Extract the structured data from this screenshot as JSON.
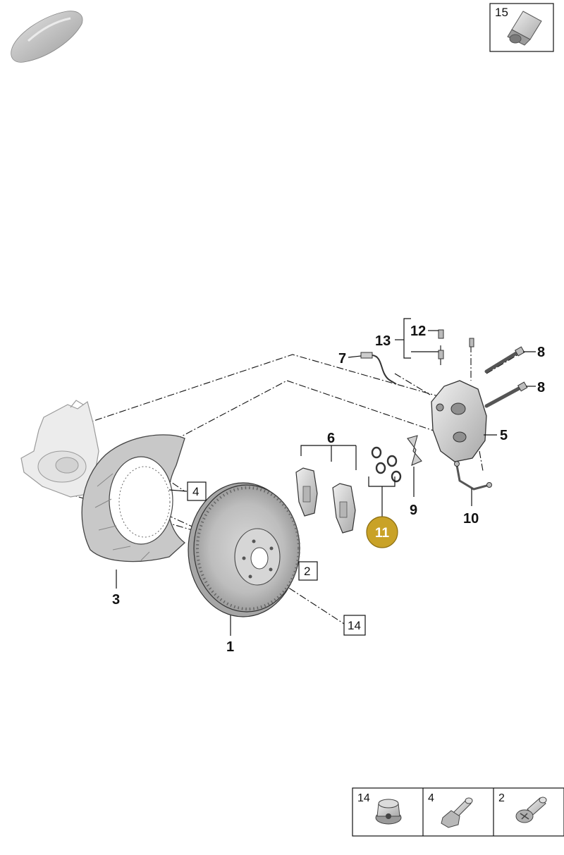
{
  "diagram": {
    "callouts": {
      "p1": "1",
      "p3": "3",
      "p5": "5",
      "p6": "6",
      "p7": "7",
      "p8a": "8",
      "p8b": "8",
      "p9": "9",
      "p10": "10",
      "p12": "12",
      "p13": "13"
    },
    "boxed": {
      "p2": "2",
      "p4": "4",
      "p14": "14",
      "p15": "15"
    },
    "highlighted": {
      "label": "11",
      "color": "#c9a227"
    },
    "fastener_table": {
      "cells": [
        "14",
        "4",
        "2"
      ]
    }
  }
}
